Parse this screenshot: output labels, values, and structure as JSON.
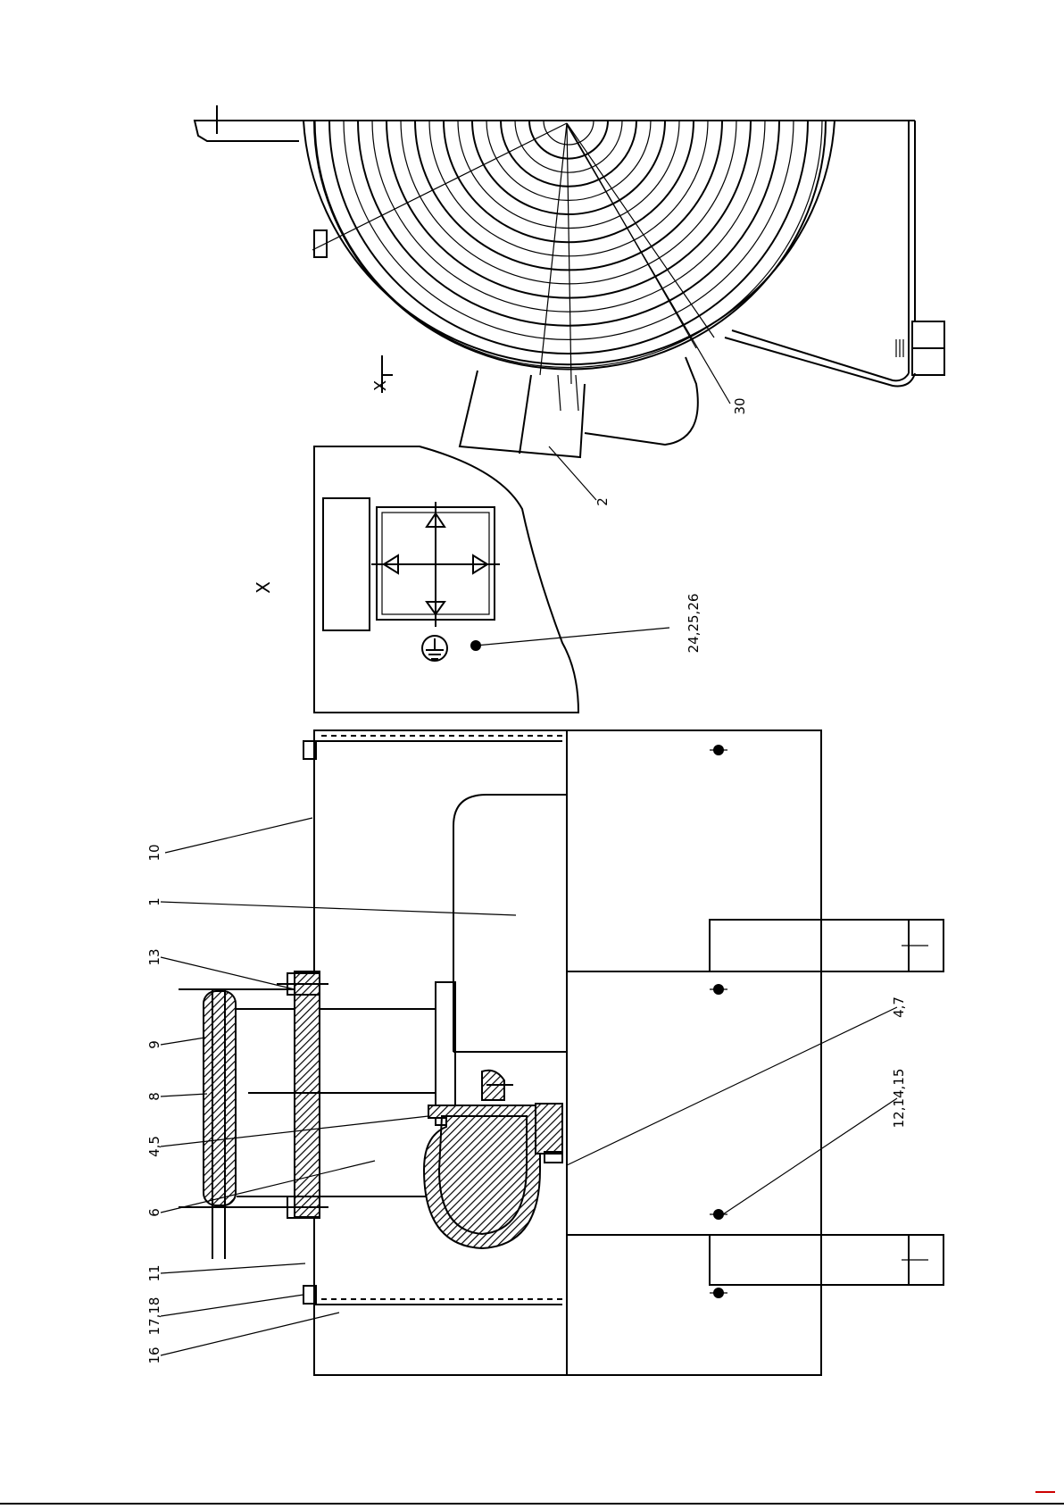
{
  "view_labels": {
    "detail_view": "X",
    "section_arrow": "X"
  },
  "callouts": {
    "c10": "10",
    "c1": "1",
    "c13": "13",
    "c9": "9",
    "c8": "8",
    "c45": "4,5",
    "c6": "6",
    "c11": "11",
    "c1718": "17,18",
    "c16": "16",
    "c47": "4,7",
    "c121415": "12,14,15",
    "c242526": "24,25,26",
    "c2": "2",
    "c30": "30"
  },
  "colors": {
    "line": "#000000",
    "background": "#ffffff",
    "corner_mark": "#cc0000"
  },
  "icons": [
    "ground-symbol-icon",
    "cross-arrows-icon"
  ]
}
